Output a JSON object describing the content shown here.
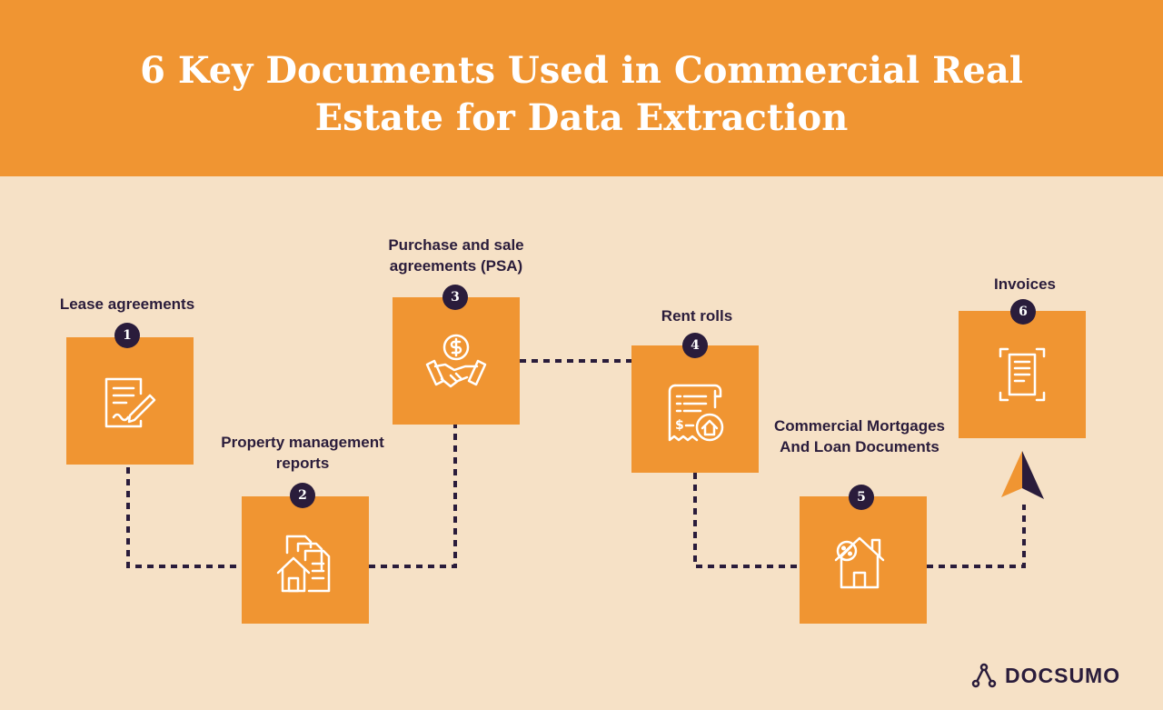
{
  "title": "6 Key Documents Used in Commercial Real Estate for Data Extraction",
  "colors": {
    "header": "#f09532",
    "background": "#f6e1c6",
    "box": "#f09532",
    "dark": "#2a1c3b",
    "icon": "#ffffff"
  },
  "steps": [
    {
      "number": "1",
      "label": "Lease agreements",
      "icon": "document-pen-icon"
    },
    {
      "number": "2",
      "label": "Property management reports",
      "icon": "house-documents-icon"
    },
    {
      "number": "3",
      "label": "Purchase and sale agreements (PSA)",
      "icon": "handshake-dollar-icon"
    },
    {
      "number": "4",
      "label": "Rent rolls",
      "icon": "receipt-house-icon"
    },
    {
      "number": "5",
      "label": "Commercial Mortgages And Loan Documents",
      "icon": "house-percent-icon"
    },
    {
      "number": "6",
      "label": "Invoices",
      "icon": "scan-document-icon"
    }
  ],
  "logo": {
    "text": "DOCSUMO",
    "icon": "docsumo-logo-icon"
  }
}
